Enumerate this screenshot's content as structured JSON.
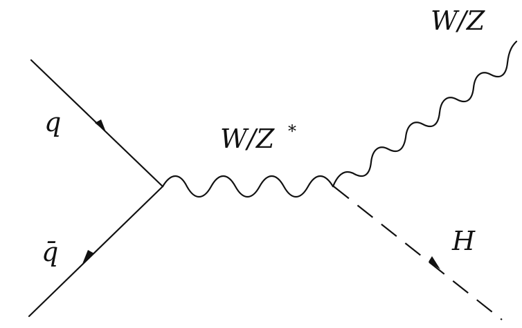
{
  "labels": {
    "quark": "q",
    "antiquark": "q̄",
    "propagator_main": "W/Z",
    "propagator_star": "*",
    "outgoing_boson": "W/Z",
    "higgs": "H"
  },
  "colors": {
    "ink": "#111111",
    "background": "#ffffff"
  }
}
